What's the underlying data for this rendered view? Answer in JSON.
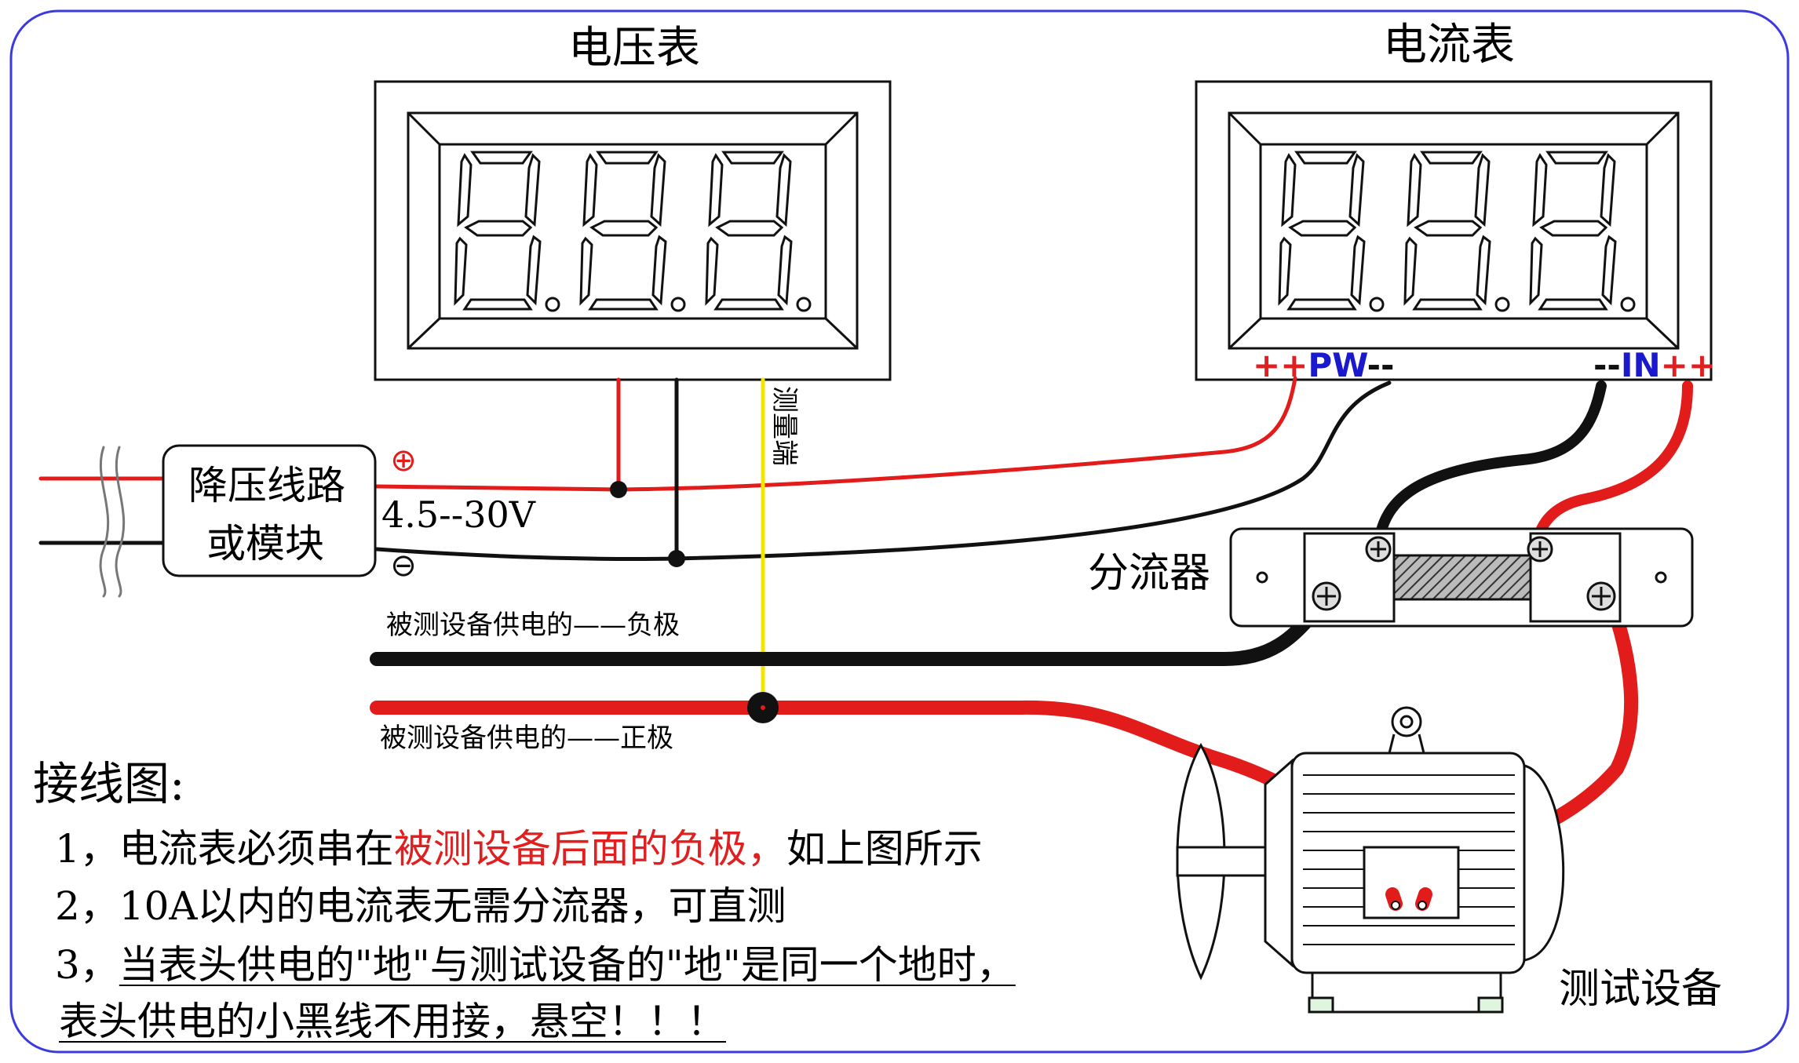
{
  "colors": {
    "border": "#3a3ae0",
    "wire_red": "#e21b1b",
    "wire_black": "#111111",
    "wire_yellow": "#f2e600",
    "terminal_red": "#e02020",
    "terminal_blue": "#1a1acc",
    "highlight_red": "#e02020"
  },
  "voltmeter": {
    "title": "电压表",
    "readout_digits": [
      "8",
      "8",
      "8"
    ]
  },
  "ammeter": {
    "title": "电流表",
    "readout_digits": [
      "8",
      "8",
      "8"
    ],
    "pw_plus": "++",
    "pw_label": "PW",
    "pw_minus": "--",
    "in_minus": "--",
    "in_label": "IN",
    "in_plus": "++"
  },
  "measure_end_label": "测量端",
  "buck_module": {
    "line1": "降压线路",
    "line2": "或模块",
    "plus_symbol": "⊕",
    "minus_symbol": "⊖",
    "range": "4.5--30V"
  },
  "shunt": {
    "label": "分流器"
  },
  "supply_negative_label": "被测设备供电的——负极",
  "supply_positive_label": "被测设备供电的——正极",
  "device": {
    "label": "测试设备"
  },
  "notes": {
    "title": "接线图:",
    "line1_prefix": "1，电流表必须串在",
    "line1_highlight": "被测设备后面的负极，",
    "line1_suffix": "如上图所示",
    "line2": "2，10A以内的电流表无需分流器，可直测",
    "line3_prefix": "3，",
    "line3_rest": "当表头供电的\"地\"与测试设备的\"地\"是同一个地时，",
    "line4": "表头供电的小黑线不用接，悬空！！！"
  }
}
